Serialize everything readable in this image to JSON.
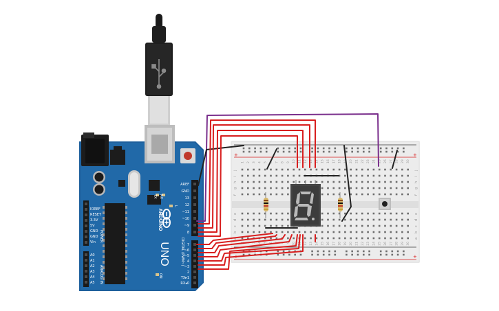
{
  "board": {
    "brand": "ARDUINO",
    "model": "UNO",
    "color": "#1e5f9c",
    "header_labels_digital_top": [
      "AREF",
      "GND",
      "13",
      "12",
      "~11",
      "~10",
      "~9",
      "8"
    ],
    "header_labels_digital_bottom": [
      "7",
      "~6",
      "~5",
      "4",
      "~3",
      "2",
      "TX▸1",
      "RX◂0"
    ],
    "digital_caption": "DIGITAL (PWM~)",
    "power_labels": [
      "IOREF",
      "RESET",
      "3.3V",
      "5V",
      "GND",
      "GND",
      "Vin"
    ],
    "power_caption": "POWER",
    "analog_labels": [
      "A0",
      "A1",
      "A2",
      "A3",
      "A4",
      "A5"
    ],
    "analog_caption": "ANALOG IN",
    "led_labels": [
      "TX",
      "RX",
      "L"
    ],
    "on_label": "ON"
  },
  "breadboard": {
    "row_letters_top": [
      "j",
      "i",
      "h",
      "g",
      "f"
    ],
    "row_letters_bottom": [
      "e",
      "d",
      "c",
      "b",
      "a"
    ],
    "column_numbers": [
      "1",
      "2",
      "3",
      "4",
      "5",
      "6",
      "7",
      "8",
      "9",
      "10",
      "11",
      "12",
      "13",
      "14",
      "15",
      "16",
      "17",
      "18",
      "19",
      "20",
      "21",
      "22",
      "23",
      "24",
      "25",
      "26",
      "27",
      "28",
      "29",
      "30"
    ],
    "rail_plus": "+",
    "rail_minus": "-"
  },
  "components": {
    "display": "seven-segment display",
    "resistors": [
      "resistor",
      "resistor"
    ],
    "button": "pushbutton"
  },
  "colors": {
    "wire_red": "#d81e1e",
    "wire_purple": "#7a2f8c",
    "wire_black": "#222222",
    "segment_on": "#b9b9b9",
    "breadboard": "#e9e9e9"
  }
}
